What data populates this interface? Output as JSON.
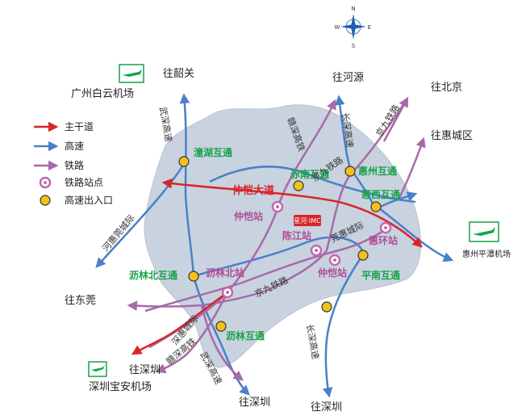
{
  "compass": {
    "n": "N",
    "e": "E",
    "s": "S",
    "w": "W"
  },
  "legend": {
    "trunk_road": "主干道",
    "expressway": "高速",
    "railway": "铁路",
    "rail_station": "铁路站点",
    "expressway_exit": "高速出入口"
  },
  "colors": {
    "trunk_road": "#d7262b",
    "expressway": "#4a80c8",
    "railway": "#a869a8",
    "interchange": "#f2c11b",
    "district": "#c9d2df",
    "interchange_text": "#17a34a",
    "station_text": "#b04d95"
  },
  "airports": {
    "baiyun": "广州白云机场",
    "pingtan": "惠州平潭机场",
    "baoan": "深圳宝安机场"
  },
  "destinations": {
    "shaoguan": "往韶关",
    "heyuan": "往河源",
    "beijing": "往北京",
    "huicheng": "往惠城区",
    "dongguan": "往东莞",
    "shenzhen_west": "往深圳",
    "shenzhen_south1": "往深圳",
    "shenzhen_south2": "往深圳"
  },
  "interchanges": {
    "tonghu": "潼湖互通",
    "chinan": "赤南互通",
    "huizhou": "惠州互通",
    "huixi": "惠西互通",
    "lilinbei": "沥林北互通",
    "lilin": "沥林互通",
    "pingnan": "平南互通"
  },
  "stations": {
    "zhongkai_north": "仲恺站",
    "chenjiang": "陈江站",
    "huihuan": "惠环站",
    "lilinbei": "沥林北站",
    "zhongkai_south": "仲恺站"
  },
  "roads": {
    "zhongkai_avenue": "仲恺大道",
    "wushen": "武深高速",
    "ganshen_north": "赣深高铁",
    "changshen_north": "长深高速",
    "jingjiu_north": "京九铁路",
    "hehui": "河惠莞城际",
    "guanhui": "莞惠城际",
    "jingjiu_south": "京九铁路",
    "shenhui": "深惠城际",
    "ganshen_south": "赣深高铁",
    "wushen_south": "武深高速",
    "changshen_south": "长深高速",
    "jiuhua": "京九铁路"
  },
  "project": "星河·IMC"
}
